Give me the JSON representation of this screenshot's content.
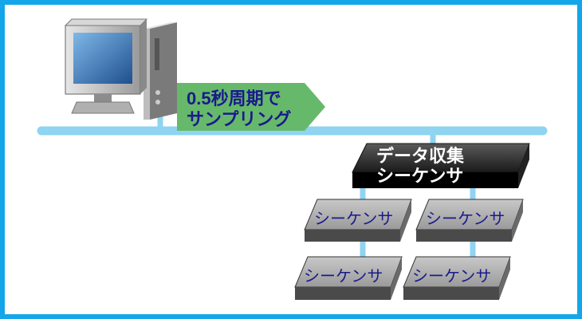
{
  "colors": {
    "frame_border": "#14a6e8",
    "network_line": "#8fd4f0",
    "arrow_fill": "#66b96a",
    "arrow_text": "#1a1a8c",
    "collector_fill": "#2a2a2a",
    "collector_text": "#ffffff",
    "sequencer_fill": "#a6a6a6",
    "sequencer_text": "#1a1a8c"
  },
  "icons": {
    "computer": "desktop-computer-icon"
  },
  "sampling_label": {
    "line1": "0.5秒周期で",
    "line2": "サンプリング"
  },
  "collector": {
    "line1": "データ収集",
    "line2": "シーケンサ"
  },
  "sequencers": [
    {
      "label": "シーケンサ"
    },
    {
      "label": "シーケンサ"
    },
    {
      "label": "シーケンサ"
    },
    {
      "label": "シーケンサ"
    }
  ]
}
